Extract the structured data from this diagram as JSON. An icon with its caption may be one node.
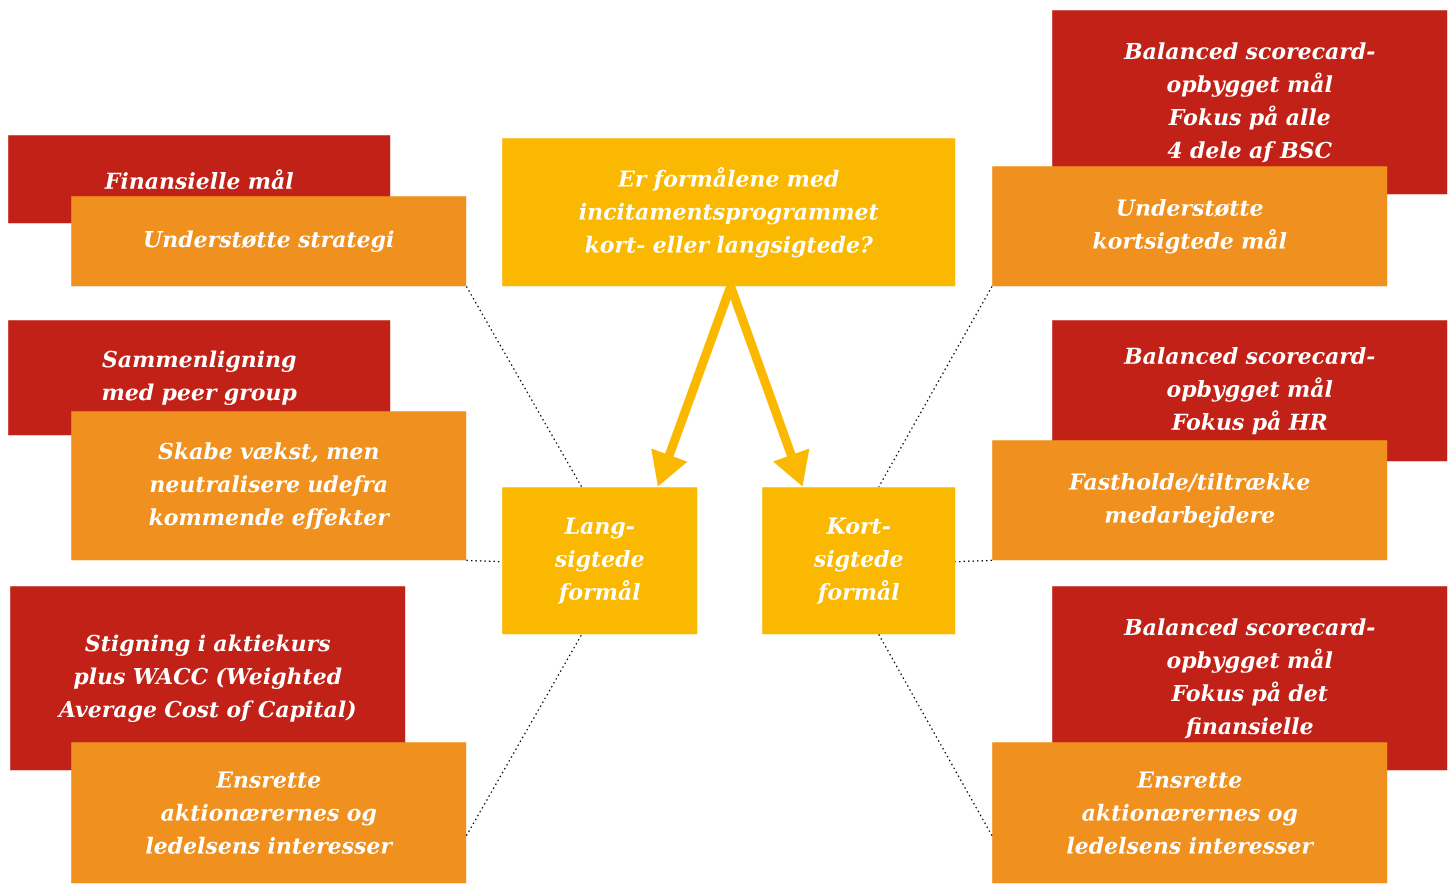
{
  "diagram": {
    "nodes": [
      {
        "text": [
          "Finansielle mål"
        ]
      },
      {
        "text": [
          "Understøtte strategi"
        ]
      },
      {
        "text": [
          "Er formålene med incitamentsprogrammet kort- eller langsigtede?"
        ]
      },
      {
        "text": [
          "Balanced scorecard-opbygget mål",
          "Fokus på alle 4 dele af BSC"
        ]
      },
      {
        "text": [
          "Understøtte kortsigtede mål"
        ]
      },
      {
        "text": [
          "Sammenligning med peer group"
        ]
      },
      {
        "text": [
          "Skabe vækst, men neutralisere udefra kommende effekter"
        ]
      },
      {
        "text": [
          "Balanced scorecard-opbygget mål",
          "Fokus på HR"
        ]
      },
      {
        "text": [
          "Fastholde/tiltrække medarbejdere"
        ]
      },
      {
        "text": [
          "Lang-sigtede formål"
        ]
      },
      {
        "text": [
          "Kort-sigtede formål"
        ]
      },
      {
        "text": [
          "Stigning i aktiekurs plus WACC (Weighted Average Cost of Capital)"
        ]
      },
      {
        "text": [
          "Ensrette aktionærernes og ledelsens interesser"
        ]
      },
      {
        "text": [
          "Balanced scorecard-opbygget mål",
          "Fokus på det finansielle"
        ]
      },
      {
        "text": [
          "Ensrette aktionærernes og ledelsens interesser"
        ]
      }
    ],
    "edges": [
      {
        "from": 2,
        "to": 9,
        "arrow": "to",
        "style": "thick",
        "color": "#fbb800"
      },
      {
        "from": 2,
        "to": 10,
        "arrow": "to",
        "style": "thick",
        "color": "#fbb800"
      },
      {
        "from": 1,
        "to": 9,
        "arrow": "none",
        "style": "dashed"
      },
      {
        "from": 6,
        "to": 9,
        "arrow": "none",
        "style": "dashed"
      },
      {
        "from": 12,
        "to": 9,
        "arrow": "none",
        "style": "dashed"
      },
      {
        "from": 4,
        "to": 10,
        "arrow": "none",
        "style": "dashed"
      },
      {
        "from": 8,
        "to": 10,
        "arrow": "none",
        "style": "dashed"
      },
      {
        "from": 14,
        "to": 10,
        "arrow": "none",
        "style": "dashed"
      }
    ]
  }
}
